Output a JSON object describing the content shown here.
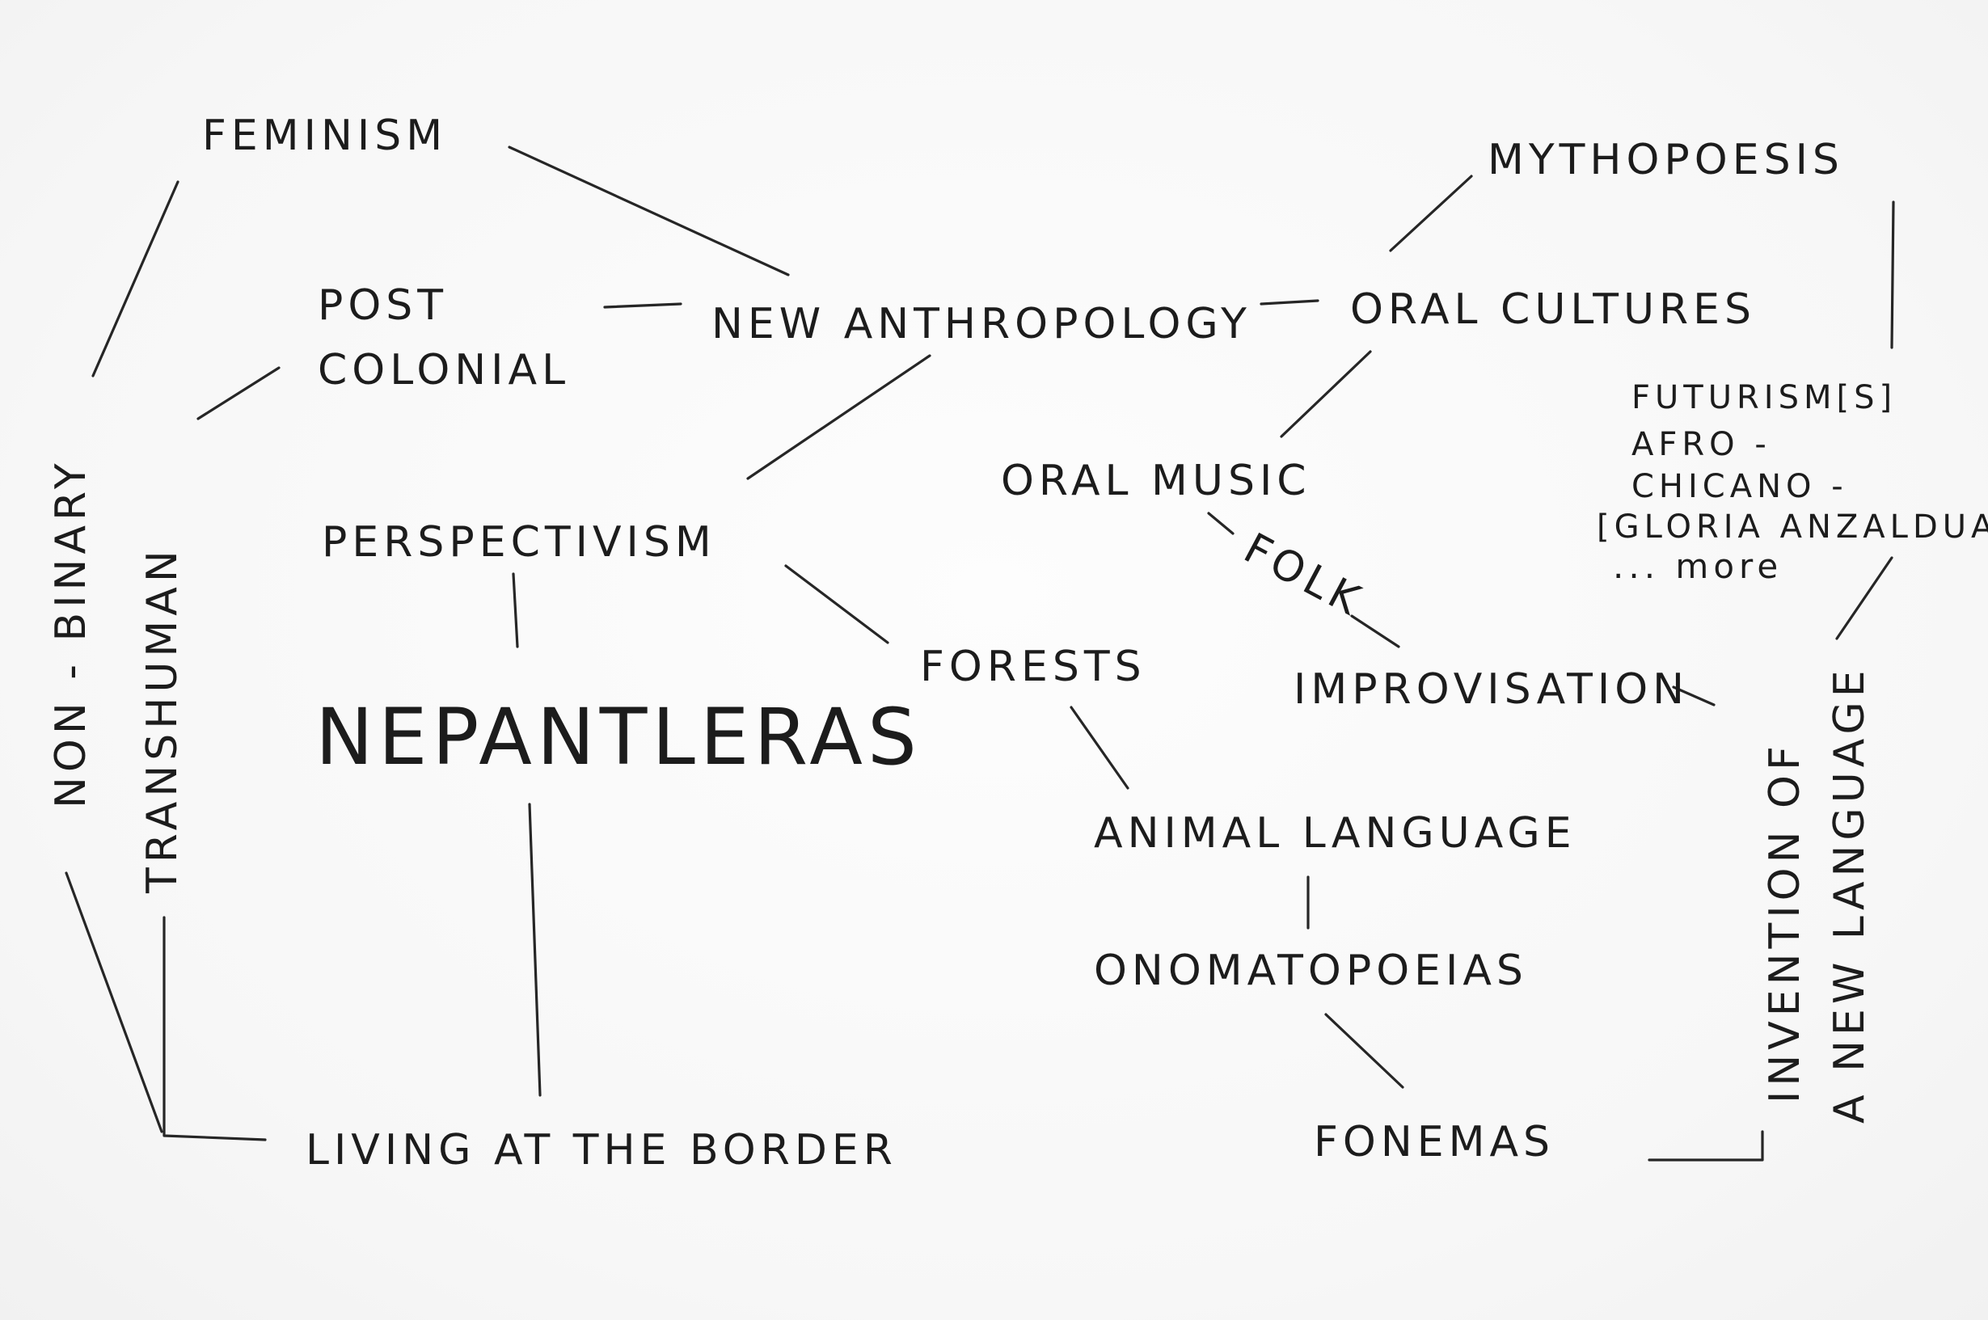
{
  "diagram": {
    "nodes": {
      "feminism": "FEMINISM",
      "mythopoesis": "MYTHOPOESIS",
      "post": "POST",
      "colonial": "COLONIAL",
      "new_anthropology": "NEW ANTHROPOLOGY",
      "oral_cultures": "ORAL CULTURES",
      "futurisms": "FUTURISM[S]",
      "afro": "AFRO -",
      "chicano": "CHICANO -",
      "gloria": "[GLORIA ANZALDUA]",
      "more": "... more",
      "non_binary": "NON - BINARY",
      "transhuman": "TRANSHUMAN",
      "perspectivism": "PERSPECTIVISM",
      "oral_music": "ORAL MUSIC",
      "folk": "FOLK",
      "nepantleras": "NEPANTLERAS",
      "forests": "FORESTS",
      "improvisation": "IMPROVISATION",
      "invention_line1": "INVENTION OF",
      "invention_line2": "A NEW LANGUAGE",
      "animal_language": "ANIMAL LANGUAGE",
      "onomatopoeias": "ONOMATOPOEIAS",
      "living_border": "LIVING AT THE BORDER",
      "fonemas": "FONEMAS"
    }
  }
}
